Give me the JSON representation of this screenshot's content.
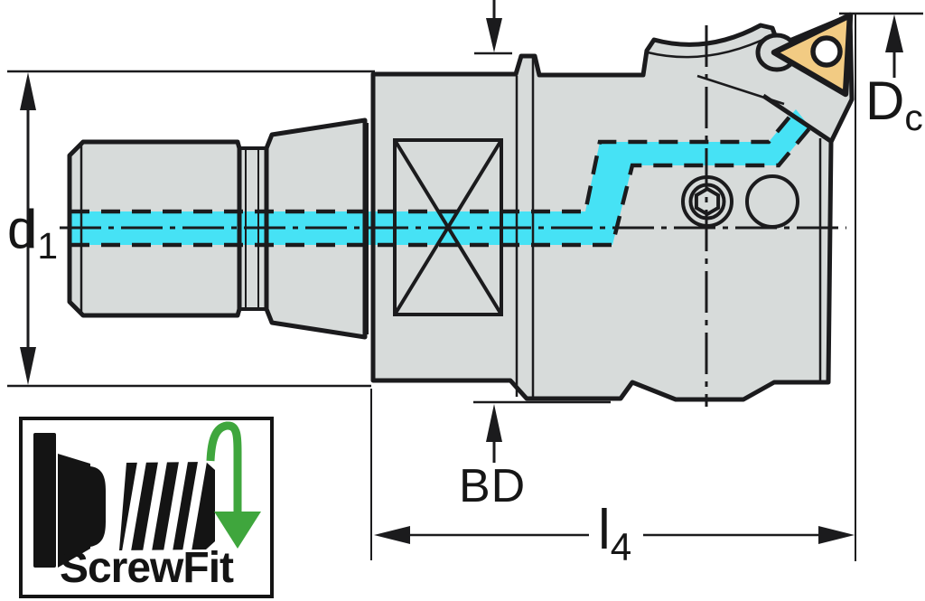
{
  "dimension_labels": {
    "d1": {
      "main": "d",
      "sub": "1"
    },
    "dc": {
      "main": "D",
      "sub": "c"
    },
    "bd": "BD",
    "l4": {
      "main": "l",
      "sub": "4"
    }
  },
  "logo": {
    "text": "ScrewFit"
  },
  "colors": {
    "line_black": "#1b1b1d",
    "body_gray": "#d7dbda",
    "coolant_cyan": "#46e2f5",
    "insert_yellow": "#f2cb83",
    "logo_green": "#3fa63d",
    "background": "#ffffff"
  }
}
